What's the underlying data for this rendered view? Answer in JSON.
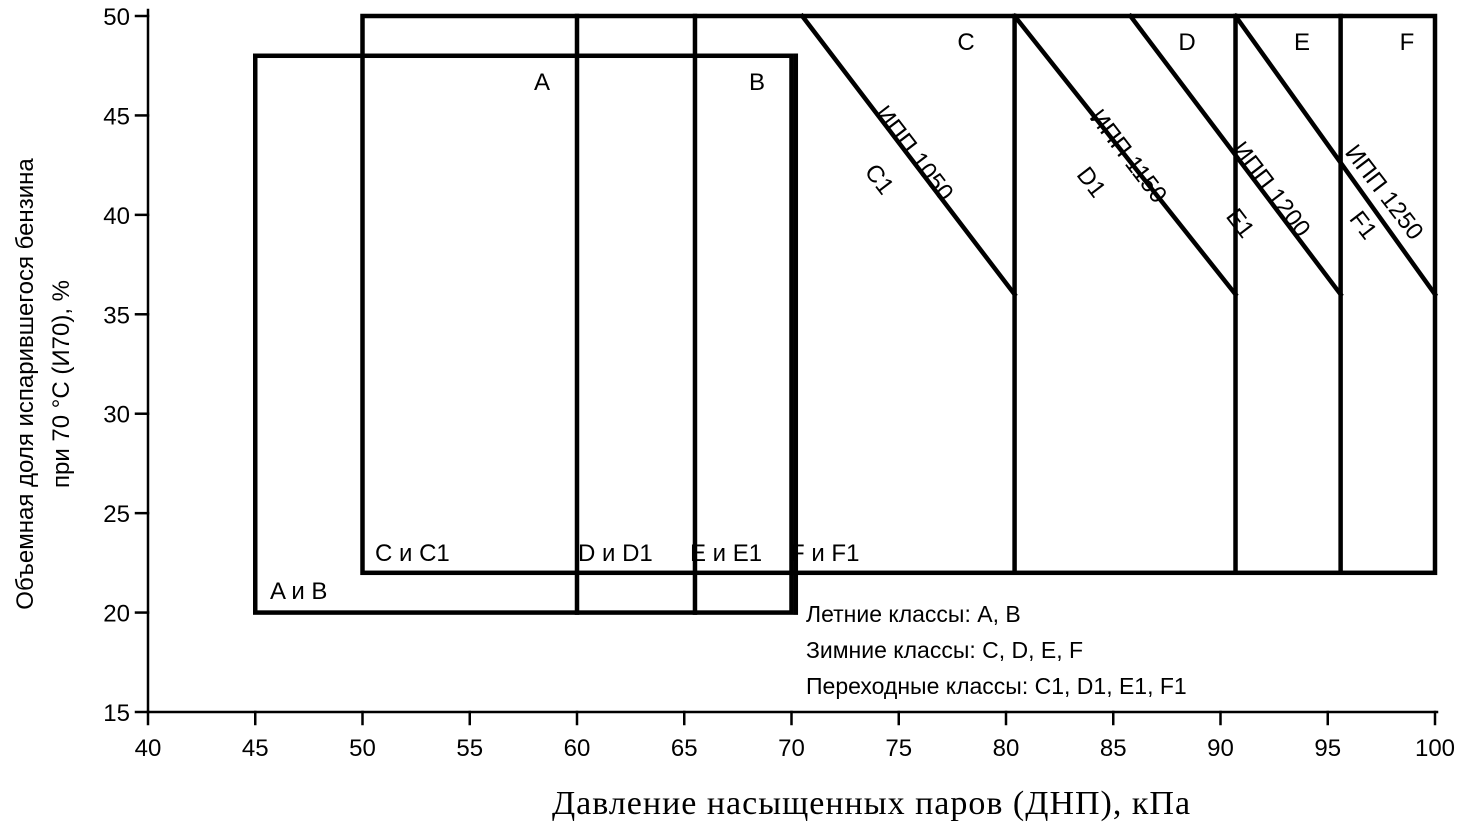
{
  "chart_data": {
    "type": "scatter",
    "title": "",
    "xlabel": "Давление насыщенных паров (ДНП), кПа",
    "ylabel_lines": [
      "Объемная доля испарившегося бензина",
      "при 70 °С (И70), %"
    ],
    "xlim": [
      40,
      100
    ],
    "ylim": [
      15,
      50
    ],
    "x_ticks": [
      40,
      45,
      50,
      55,
      60,
      65,
      70,
      75,
      80,
      85,
      90,
      95,
      100
    ],
    "y_ticks": [
      15,
      20,
      25,
      30,
      35,
      40,
      45,
      50
    ],
    "grid": false,
    "regions": [
      {
        "name": "A и B",
        "x": [
          45,
          70
        ],
        "y": [
          20,
          48
        ]
      },
      {
        "name": "C и C1",
        "x": [
          50,
          100
        ],
        "y": [
          22,
          50
        ]
      }
    ],
    "vertical_lines": [
      {
        "x": 60,
        "y": [
          20,
          50
        ]
      },
      {
        "x": 65.5,
        "y": [
          20,
          50
        ]
      },
      {
        "x": 70.2,
        "y": [
          20,
          48
        ]
      },
      {
        "x": 80.4,
        "y": [
          22,
          50
        ]
      },
      {
        "x": 90.7,
        "y": [
          22,
          50
        ]
      },
      {
        "x": 95.6,
        "y": [
          22,
          50
        ]
      }
    ],
    "diagonal_lines": [
      {
        "name": "ИПП 1050",
        "x": [
          70.5,
          80.4
        ],
        "y": [
          50,
          36
        ]
      },
      {
        "name": "ИПП 1150",
        "x": [
          80.4,
          90.7
        ],
        "y": [
          50,
          36
        ]
      },
      {
        "name": "ИПП 1200",
        "x": [
          85.8,
          95.6
        ],
        "y": [
          50,
          36
        ]
      },
      {
        "name": "ИПП 1250",
        "x": [
          90.7,
          100
        ],
        "y": [
          50,
          36
        ]
      }
    ],
    "class_labels_top": [
      "A",
      "B",
      "C",
      "D",
      "E",
      "F"
    ],
    "zone_labels_bottom": [
      "A и B",
      "C и C1",
      "D и D1",
      "E и E1",
      "F и F1"
    ],
    "transition_labels": [
      "C1",
      "D1",
      "E1",
      "F1"
    ],
    "legend": [
      "Летние классы: A, B",
      "Зимние классы: C, D, E, F",
      "Переходные классы: C1, D1, E1, F1"
    ]
  }
}
